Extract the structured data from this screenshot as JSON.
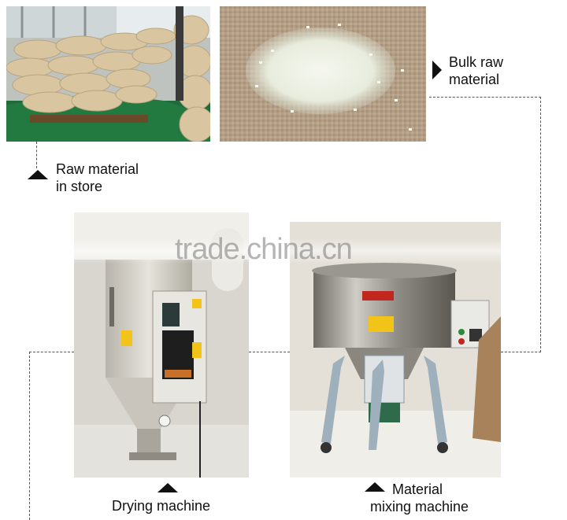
{
  "captions": {
    "bulk": [
      "Bulk raw",
      "material"
    ],
    "store": [
      "Raw material",
      "in store"
    ],
    "drying": "Drying machine",
    "mixing": [
      "Material",
      "mixing machine"
    ]
  },
  "watermark": "trade.china.cn",
  "colors": {
    "text": "#111111",
    "dashed_line": "#555555",
    "floor_green": "#1f6b3a",
    "sack": "#d9c6a0",
    "granule": "#f2f4ec"
  }
}
